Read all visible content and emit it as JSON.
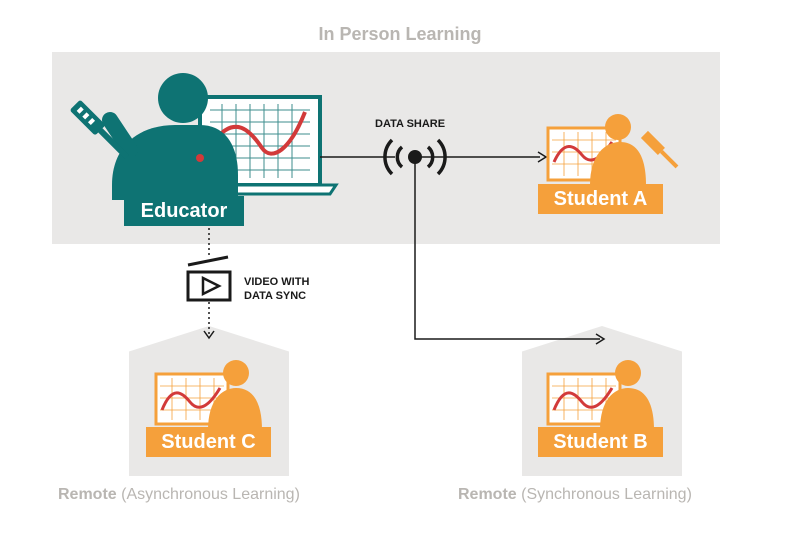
{
  "title": "In Person Learning",
  "educator": {
    "label": "Educator"
  },
  "students": {
    "a": {
      "label": "Student A"
    },
    "b": {
      "label": "Student B"
    },
    "c": {
      "label": "Student C"
    }
  },
  "data_share_label": "DATA SHARE",
  "video_label_line1": "VIDEO WITH",
  "video_label_line2": "DATA SYNC",
  "remote_async": {
    "bold": "Remote",
    "rest": " (Asynchronous Learning)"
  },
  "remote_sync": {
    "bold": "Remote",
    "rest": " (Synchronous Learning)"
  },
  "colors": {
    "teal": "#0e7373",
    "orange": "#f5a03b",
    "graph_red": "#d23a3a",
    "gray": "#b9b6b2",
    "panel": "#e9e8e7"
  }
}
